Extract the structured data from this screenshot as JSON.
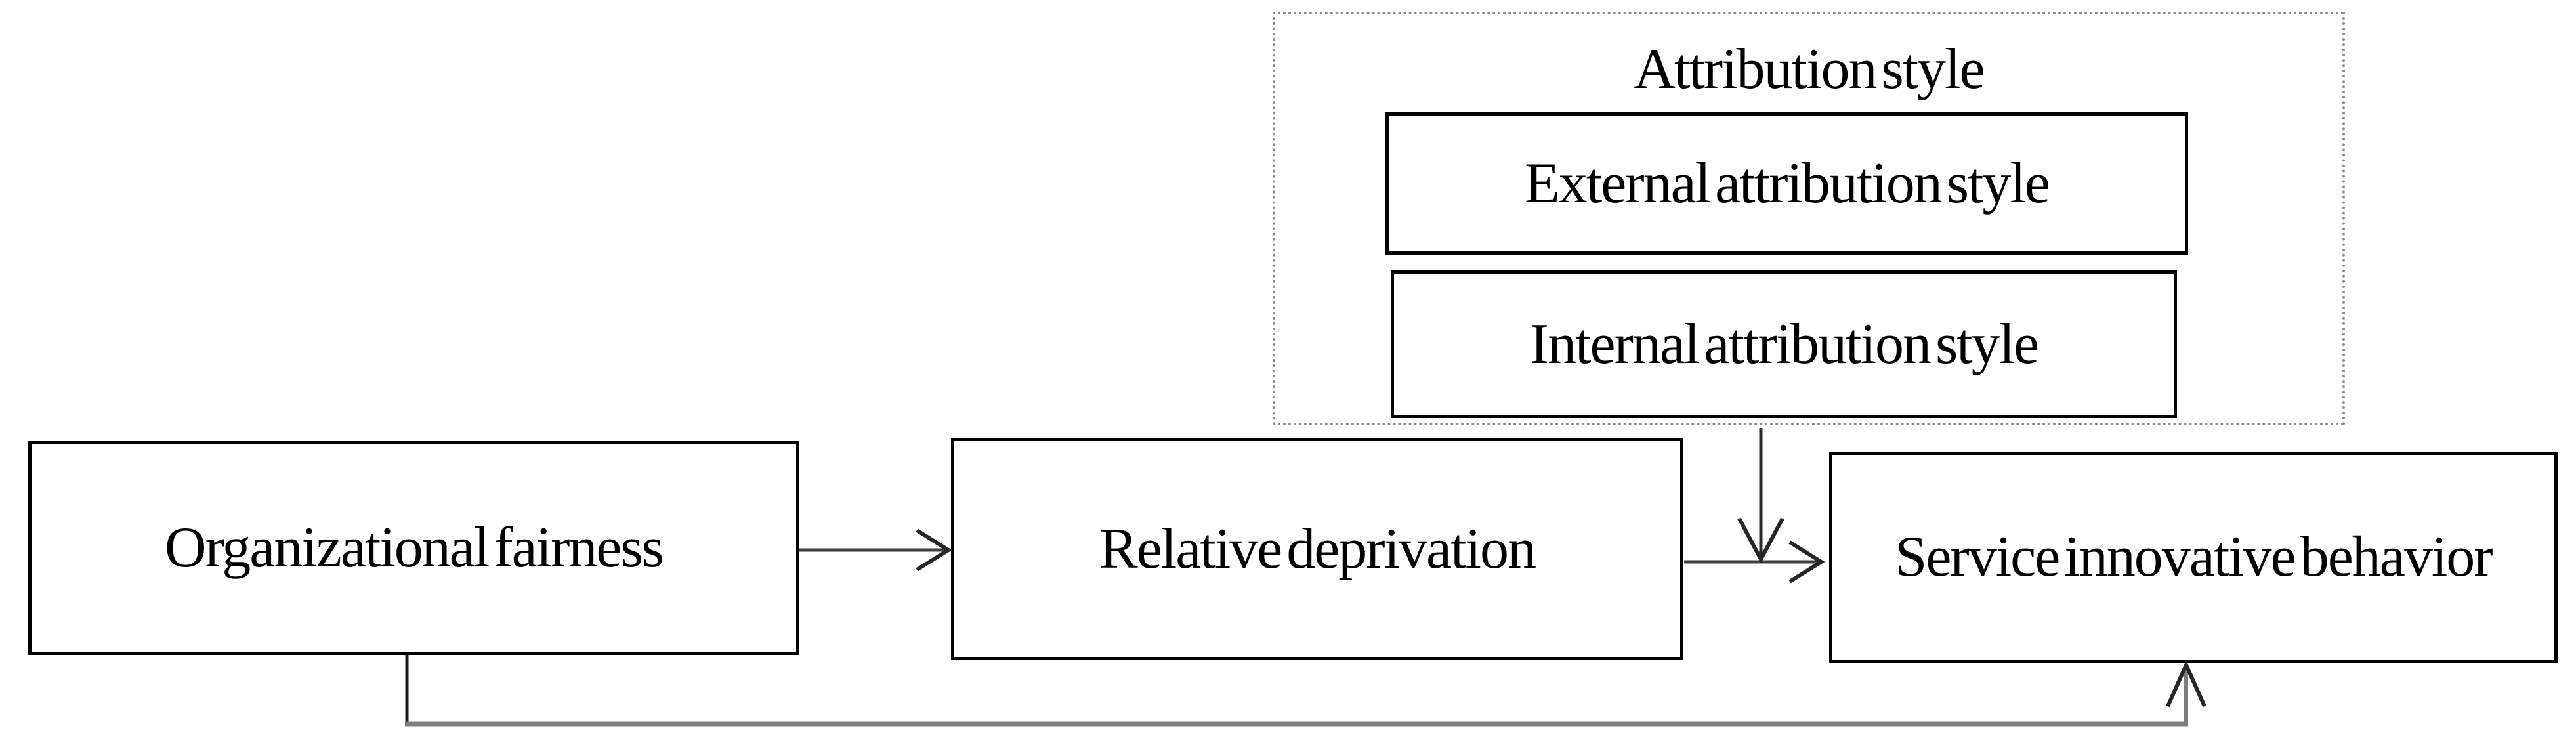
{
  "diagram": {
    "background_color": "#ffffff",
    "moderator_group": {
      "title": "Attribution style",
      "items": [
        {
          "id": "external-attribution-style",
          "label": "External attribution style"
        },
        {
          "id": "internal-attribution-style",
          "label": "Internal attribution style"
        }
      ]
    },
    "nodes": [
      {
        "id": "organizational-fairness",
        "label": "Organizational fairness"
      },
      {
        "id": "relative-deprivation",
        "label": "Relative deprivation"
      },
      {
        "id": "service-innovative-behavior",
        "label": "Service innovative behavior"
      }
    ],
    "edges": [
      {
        "id": "fairness-to-deprivation",
        "from": "organizational-fairness",
        "to": "relative-deprivation",
        "style": "straight-arrow-right"
      },
      {
        "id": "deprivation-to-behavior",
        "from": "relative-deprivation",
        "to": "service-innovative-behavior",
        "style": "straight-arrow-right"
      },
      {
        "id": "attribution-moderation",
        "from": "attribution-style-group",
        "to": "deprivation-to-behavior-arrow",
        "style": "straight-arrow-down"
      },
      {
        "id": "fairness-direct-to-behavior",
        "from": "organizational-fairness",
        "to": "service-innovative-behavior",
        "style": "elbow-arrow-bottom-up"
      }
    ],
    "colors": {
      "box_border": "#000000",
      "text": "#000000",
      "arrow_stroke": "#3f3f3f",
      "return_path_stroke": "#7d7d7d",
      "dotted_border": "#8c8c8c"
    }
  }
}
